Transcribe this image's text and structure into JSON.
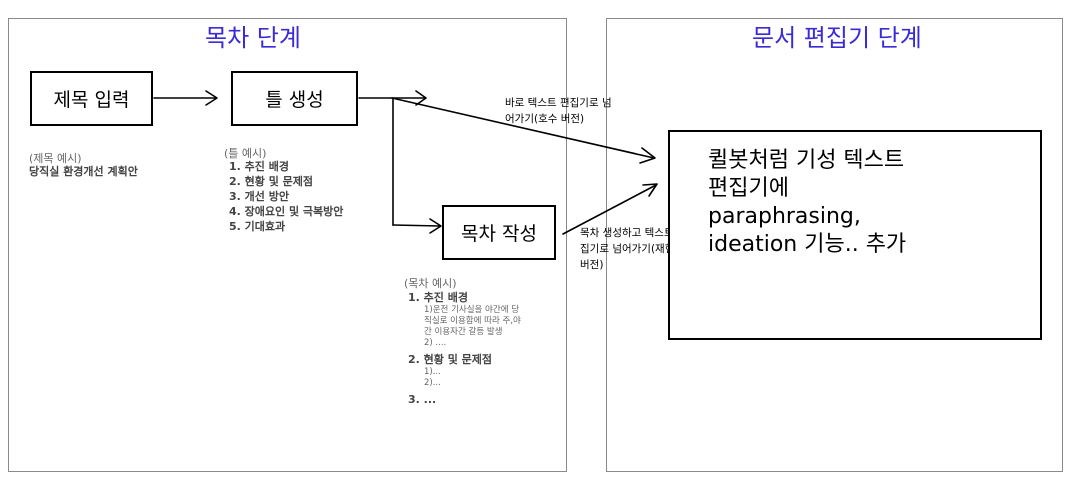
{
  "panels": {
    "left_title": "목차 단계",
    "right_title": "문서 편집기 단계"
  },
  "nodes": {
    "title_input": "제목 입력",
    "template_gen": "틀 생성",
    "toc_write": "목차 작성"
  },
  "examples": {
    "title_example_caption": "(제목 예시)",
    "title_example_value": "당직실 환경개선 계획안",
    "template_caption": "(틀 예시)",
    "template_items": [
      "1. 추진 배경",
      "2. 현황 및 문제점",
      "3. 개선 방안",
      "4. 장애요인 및 극복방안",
      "5. 기대효과"
    ],
    "toc_caption": "(목차 예시)",
    "toc_item1": "1. 추진 배경",
    "toc_item1_sub1": "1)운전 기사실을 야간에 당",
    "toc_item1_sub2": "직실로 이용함에 따라 주,야",
    "toc_item1_sub3": "간 이용자간 갈등 발생",
    "toc_item1_sub4": "2) ....",
    "toc_item2": "2. 현황 및 문제점",
    "toc_item2_sub1": "1)...",
    "toc_item2_sub2": "2)...",
    "toc_item3": "3. ..."
  },
  "notes": {
    "direct_line1": "바로 텍스트 편집기로 넘",
    "direct_line2": "어가기(호수 버전)",
    "toc_line1": "목차 생성하고 텍스트 편",
    "toc_line2": "집기로 넘어가기(재현",
    "toc_line3": "버전)"
  },
  "editor": {
    "line1": "퀼봇처럼 기성 텍스트",
    "line2": "편집기에",
    "line3": "paraphrasing,",
    "line4": "ideation 기능.. 추가"
  }
}
